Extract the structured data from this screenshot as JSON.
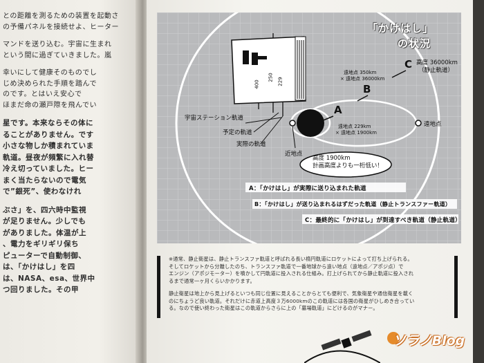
{
  "left_page": {
    "lines": [
      "との距離を測るための装置を起動さ",
      "の予備パネルを接続せよ、ヒーター",
      "",
      "マンドを送り込む。宇宙に生まれ",
      "という間に過ぎていきました。嵐",
      "",
      "幸いにして健康そのものでし",
      "じめ決められた手順を踏んで",
      "のです。とはいえ安心で",
      "ほまだ命の瀬戸際を飛んでい",
      "",
      "星です。本来ならその体に",
      "ることがありません。です",
      "小さな物しか積まれていま",
      "軌道。昼夜が頻繁に入れ替",
      "冷え切っていました。ヒー",
      "まく当たらないので電気",
      "で”銀死”、使わなけれ",
      "",
      "ぶさ」を、四六時中監視",
      "が足りません。少しでも",
      "がありました。体温が上",
      "、電力をギリギリ保ち",
      "ピューターで自動制御、",
      "は、「かけはし」を四",
      "は、NASA、esa、世界中",
      "つ回りました。その甲"
    ]
  },
  "diagram": {
    "title": "「かけはし」",
    "subtitle": "の状況",
    "letters": {
      "a": "A",
      "b": "B",
      "c": "C"
    },
    "labels": {
      "space_station_orbit": "宇宙ステーション軌道",
      "planned_orbit": "予定の軌道",
      "actual_orbit": "実際の軌道",
      "perigee": "近地点",
      "apogee_right": "遠地点",
      "apogee_b": "遠地点 350km",
      "apogee_b_2": "× 遠地点 36000km",
      "apogee_a": "遠地点 229km",
      "apogee_a_2": "× 遠地点 1900km",
      "c_altitude": "高度 36000km",
      "c_orbit": "（静止軌道）",
      "bar_400": "400",
      "bar_250": "250",
      "bar_229": "229",
      "callout_line1": "高度 1900km",
      "callout_line2": "計画高度よりも一桁低い！"
    },
    "key": {
      "a": "A：「かけはし」が実際に送り込まれた軌道",
      "b": "B：「かけはし」が送り込まれるはずだった軌道（静止トランスファー軌道）",
      "c": "C：最終的に「かけはし」が到達すべき軌道（静止軌道）"
    }
  },
  "note": {
    "p1": [
      "※通常、静止衛星は、静止トランスファ軌道と呼ばれる長い楕円軌道にロケットによって打ち上げられる。",
      "そしてロケットから分離したのち、トランスファ軌道で一番地球から遠い地点（遠地点／アポジ点）で",
      "エンジン（アポジモーター）を噴かして円軌道に投入される仕組み。打上げられてから静止軌道に投入され",
      "るまで通常一ヶ月くらいかかります。"
    ],
    "p2": [
      "静止衛星は地上から見上げるといつも同じ位置に見えることからとても便利で、気象衛星や通信衛星を載く",
      "のにちょうど良い軌道。それだけに赤道上高度３万6000kmのこの軌道には各国の衛星がひしめき合ってい",
      "る。なので使い終わった衛星はこの軌道からさらに上の「墓場軌道」にどけるのがマナー。"
    ]
  },
  "watermark": "ソラノBlog",
  "colors": {
    "diagram_bg": "#b9babc",
    "grid": "#cfd0d2",
    "page": "#f2f1ec",
    "ink": "#111111",
    "watermark": "#e58b2b"
  }
}
